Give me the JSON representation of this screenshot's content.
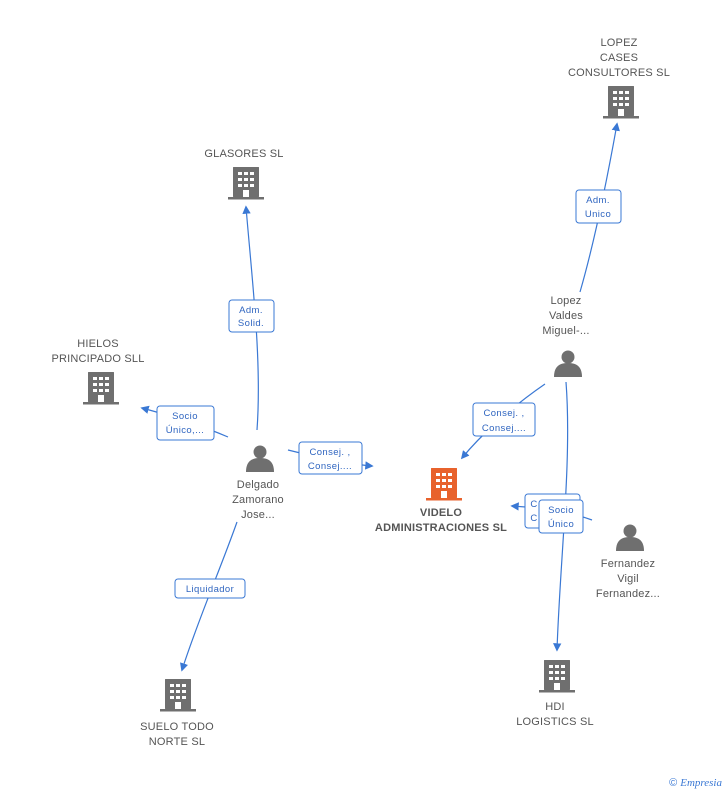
{
  "nodes": {
    "videlo": {
      "lines": [
        "VIDELO",
        "ADMINISTRACIONES SL"
      ],
      "kind": "company",
      "main": true
    },
    "glasores": {
      "lines": [
        "GLASORES SL"
      ],
      "kind": "company"
    },
    "lopez_cases": {
      "lines": [
        "LOPEZ",
        "CASES",
        "CONSULTORES SL"
      ],
      "kind": "company"
    },
    "hielos": {
      "lines": [
        "HIELOS",
        "PRINCIPADO SLL"
      ],
      "kind": "company"
    },
    "suelo": {
      "lines": [
        "SUELO TODO",
        "NORTE SL"
      ],
      "kind": "company"
    },
    "hdi": {
      "lines": [
        "HDI",
        "LOGISTICS SL"
      ],
      "kind": "company"
    },
    "delgado": {
      "lines": [
        "Delgado",
        "Zamorano",
        "Jose..."
      ],
      "kind": "person"
    },
    "lopez_valdes": {
      "lines": [
        "Lopez",
        "Valdes",
        "Miguel-..."
      ],
      "kind": "person"
    },
    "fernandez": {
      "lines": [
        "Fernandez",
        "Vigil",
        "Fernandez..."
      ],
      "kind": "person"
    }
  },
  "edges": {
    "adm_solid": [
      "Adm.",
      "Solid."
    ],
    "adm_unico": [
      "Adm.",
      "Unico"
    ],
    "socio_unico_hielos": [
      "Socio",
      "Único,..."
    ],
    "consej_delgado": [
      "Consej. ,",
      "Consej...."
    ],
    "consej_lopez": [
      "Consej. ,",
      "Consej...."
    ],
    "liquidador": [
      "Liquidador"
    ],
    "c_back": [
      "C",
      "C"
    ],
    "socio_unico_hdi": [
      "Socio",
      "Único"
    ]
  },
  "colors": {
    "main_company": "#e8622c",
    "company": "#6f6f6f",
    "person": "#6f6f6f",
    "edge": "#3a78d4"
  },
  "footer": {
    "copyright": "©",
    "brand": "Empresia"
  }
}
